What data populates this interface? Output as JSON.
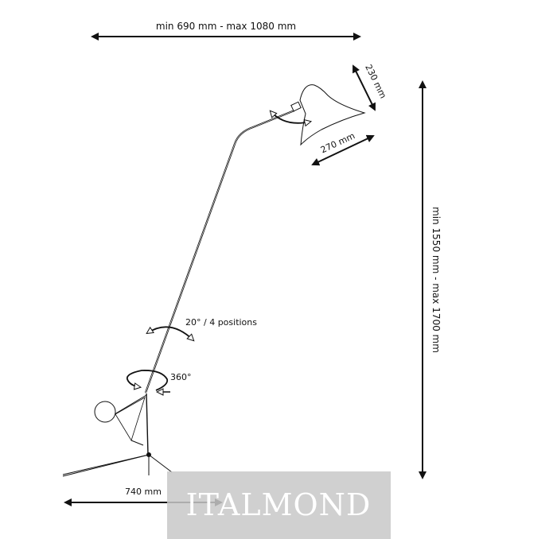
{
  "dimensions": {
    "width_range": "min 690 mm - max 1080 mm",
    "height_range": "min 1550 mm - max 1700 mm",
    "shade_depth": "230 mm",
    "shade_width": "270 mm",
    "base_width": "740 mm"
  },
  "annotations": {
    "arm_tilt": "20° / 4 positions",
    "rotation": "360°"
  },
  "watermark": {
    "text": "ITALMOND"
  },
  "colors": {
    "line": "#111111",
    "watermark_bg": "#c8c8c8",
    "watermark_text": "#ffffff"
  }
}
